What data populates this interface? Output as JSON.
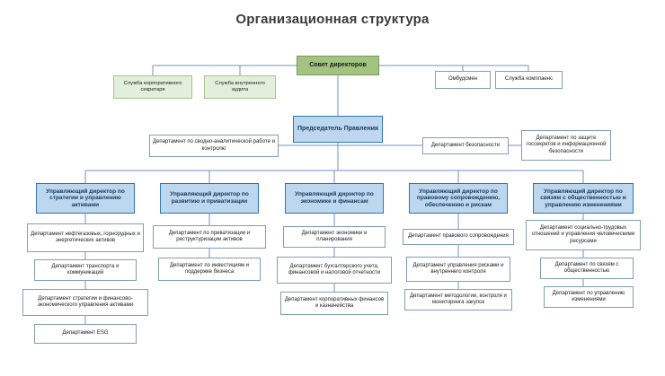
{
  "title": "Организационная структура",
  "colors": {
    "board_green": "#a3c380",
    "pale_green": "#e2efda",
    "director_blue": "#bdd7ee",
    "blue_border": "#2e75b6",
    "box_border": "#7f9db9",
    "connector_line": "#6e93c0"
  },
  "board": {
    "label": "Совет директоров"
  },
  "board_left": [
    "Служба корпоративного секретаря",
    "Служба внутреннего аудита"
  ],
  "board_right": [
    "Омбудсмен",
    "Служба комплаенс"
  ],
  "chairman": {
    "label": "Председатель Правления"
  },
  "chairman_left": [
    "Департамент по сводно-аналитической работе и контролю"
  ],
  "chairman_right": [
    "Департамент безопасности",
    "Департамент по защите госсекретов и информационной безопасности"
  ],
  "columns": [
    {
      "director": "Управляющий директор по стратегии и управлению активами",
      "departments": [
        "Департамент нефтегазовых, горнорудных и энергетических активов",
        "Департамент транспорта и коммуникаций",
        "Департамент стратегии и финансово-экономического управления активами",
        "Департамент ESG"
      ]
    },
    {
      "director": "Управляющий директор по развитию и приватизации",
      "departments": [
        "Департамент по приватизации и реструктуризации активов",
        "Департамент по инвестициям и поддержке бизнеса"
      ]
    },
    {
      "director": "Управляющий директор по экономике и финансам",
      "departments": [
        "Департамент экономики и планирования",
        "Департамент бухгалтерского учета, финансовой и налоговой отчетности",
        "Департамент корпоративных финансов и казначейства"
      ]
    },
    {
      "director": "Управляющий директор по правовому сопровождению, обеспечению и рискам",
      "departments": [
        "Департамент правового сопровождения",
        "Департамент управления рисками и внутреннего контроля",
        "Департамент методологии, контроля и мониторинга закупок"
      ]
    },
    {
      "director": "Управляющий директор по связям с общественностью и управлению изменениями",
      "departments": [
        "Департамент социально-трудовых отношений и управления человеческими ресурсами",
        "Департамент по связям с общественностью",
        "Департамент по управлению изменениями"
      ]
    }
  ]
}
